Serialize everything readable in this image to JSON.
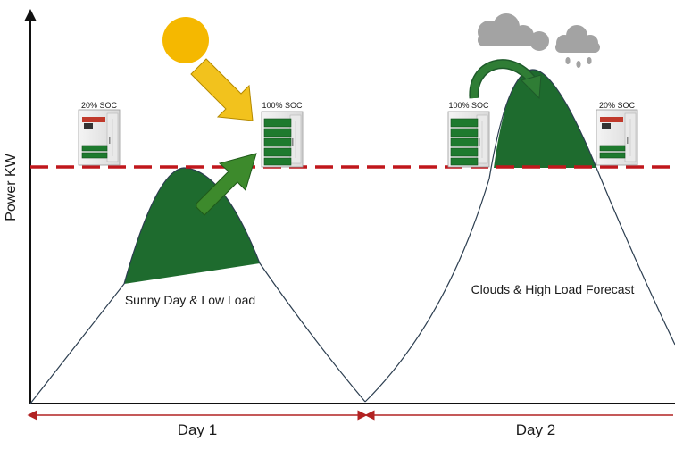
{
  "y_axis": {
    "label": "Power KW"
  },
  "days": [
    {
      "label": "Day 1",
      "caption": "Sunny Day & Low Load"
    },
    {
      "label": "Day 2",
      "caption": "Clouds & High Load Forecast"
    }
  ],
  "batteries": [
    {
      "soc_label": "20% SOC",
      "charge_fraction": 0.2
    },
    {
      "soc_label": "100% SOC",
      "charge_fraction": 1.0
    },
    {
      "soc_label": "100% SOC",
      "charge_fraction": 1.0
    },
    {
      "soc_label": "20% SOC",
      "charge_fraction": 0.2
    }
  ],
  "icons": [
    "sun-icon",
    "cloud-icon",
    "rain-cloud-icon"
  ],
  "colors": {
    "green_fill": "#1e6b2e",
    "threshold_line": "#c0171c",
    "timeline": "#b22222",
    "sun": "#f5b800",
    "arrow_yellow": "#f2c21d",
    "arrow_green": "#3d8a2c",
    "cloud": "#a3a3a3"
  }
}
